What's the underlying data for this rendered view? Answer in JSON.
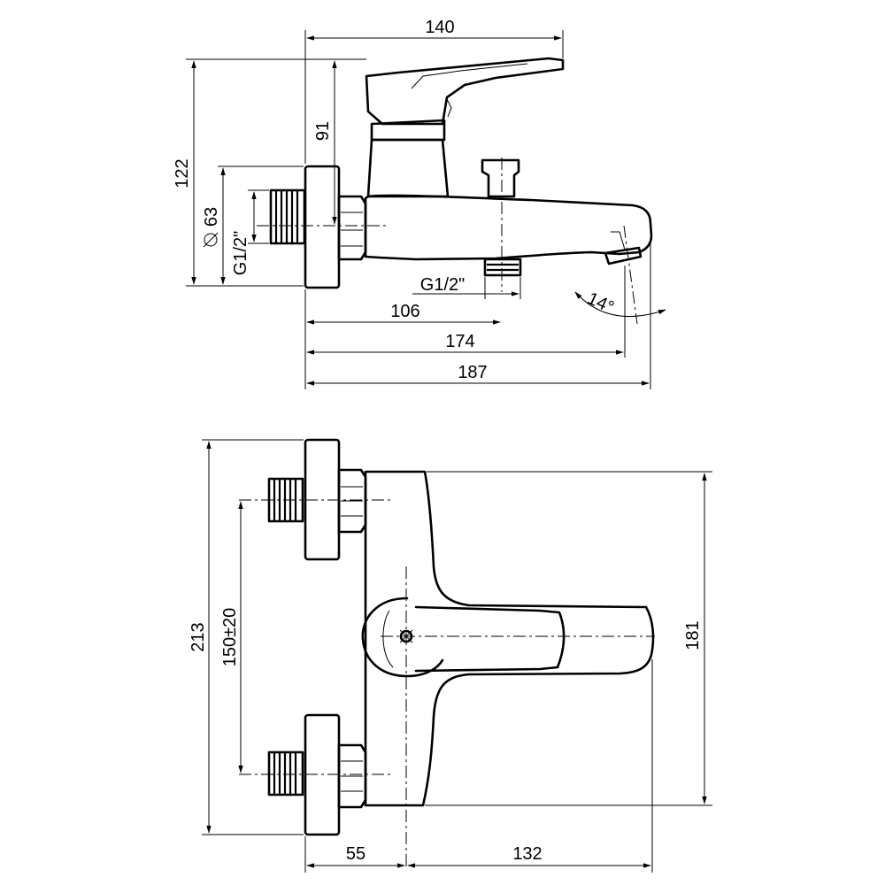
{
  "side_view": {
    "dims": {
      "width_top": "140",
      "height_total": "122",
      "height_lever": "91",
      "flange_diameter": "63",
      "inlet_thread": "G1/2\"",
      "outlet_thread": "G1/2\"",
      "outlet_offset": "106",
      "spout_length": "174",
      "total_length": "187",
      "spout_angle": "14°"
    }
  },
  "front_view": {
    "dims": {
      "height_total": "213",
      "inlet_spacing": "150±20",
      "body_height": "181",
      "wall_to_axis": "55",
      "axis_to_tip": "132"
    }
  }
}
